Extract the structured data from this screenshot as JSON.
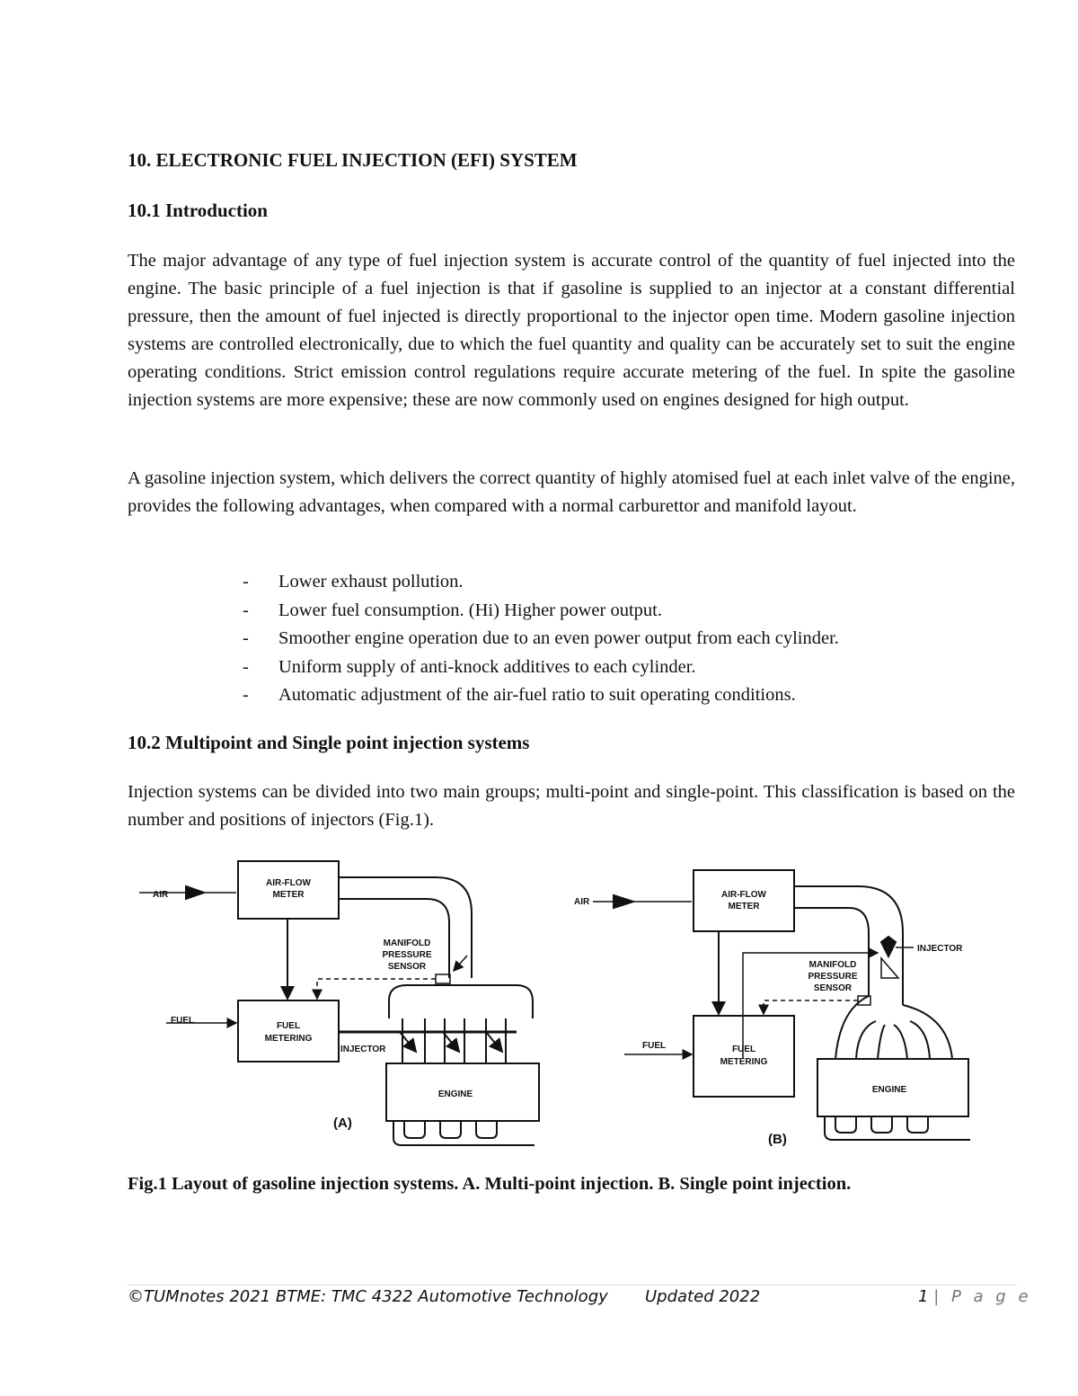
{
  "document": {
    "heading": "10. ELECTRONIC FUEL INJECTION (EFI) SYSTEM",
    "section1": {
      "title": "10.1 Introduction",
      "para1": "The major advantage of any type of fuel injection system is accurate control of the quantity of fuel injected into the engine. The basic principle of a fuel injection is that if gasoline is supplied to an injector at a constant differential pressure, then the amount of fuel injected is directly proportional to the injector open time. Modern gasoline injection systems are controlled electronically, due to which the fuel quantity and quality can be accurately set to suit the engine operating conditions. Strict emission control regulations require accurate metering of the fuel. In spite the gasoline injection systems are more expensive; these are now commonly used on engines designed for high output.",
      "para2": "A gasoline injection system, which delivers the correct quantity of highly atomised fuel at each inlet valve of the engine, provides the following advantages, when compared with a normal carburettor and manifold layout.",
      "bullets": [
        "Lower exhaust pollution.",
        "Lower fuel consumption. (Hi) Higher power output.",
        "Smoother engine operation due to an even power output from each cylinder.",
        "Uniform supply of anti-knock additives to each cylinder.",
        "Automatic adjustment of the air-fuel ratio to suit operating conditions."
      ]
    },
    "section2": {
      "title": "10.2 Multipoint and Single point injection systems",
      "para1": "Injection systems can be divided into two main groups; multi-point and single-point. This classification is based on the number and positions of injectors (Fig.1)."
    },
    "figure": {
      "a": {
        "air": "AIR",
        "meter_line1": "AIR-FLOW",
        "meter_line2": "METER",
        "manifold_line1": "MANIFOLD",
        "manifold_line2": "PRESSURE",
        "manifold_line3": "SENSOR",
        "fuel": "FUEL",
        "metering_line1": "FUEL",
        "metering_line2": "METERING",
        "injector": "INJECTOR",
        "engine": "ENGINE",
        "label": "(A)"
      },
      "b": {
        "air": "AIR",
        "meter_line1": "AIR-FLOW",
        "meter_line2": "METER",
        "injector": "INJECTOR",
        "manifold_line1": "MANIFOLD",
        "manifold_line2": "PRESSURE",
        "manifold_line3": "SENSOR",
        "fuel": "FUEL",
        "metering_line1": "FUEL",
        "metering_line2": "METERING",
        "engine": "ENGINE",
        "label": "(B)"
      },
      "caption": "Fig.1 Layout of gasoline injection systems. A. Multi-point injection. B. Single point injection."
    },
    "footer": {
      "left": "©TUMnotes 2021   BTME: TMC 4322 Automotive Technology",
      "updated": "Updated 2022",
      "page_number": "1",
      "page_label": "| P a g e"
    }
  }
}
